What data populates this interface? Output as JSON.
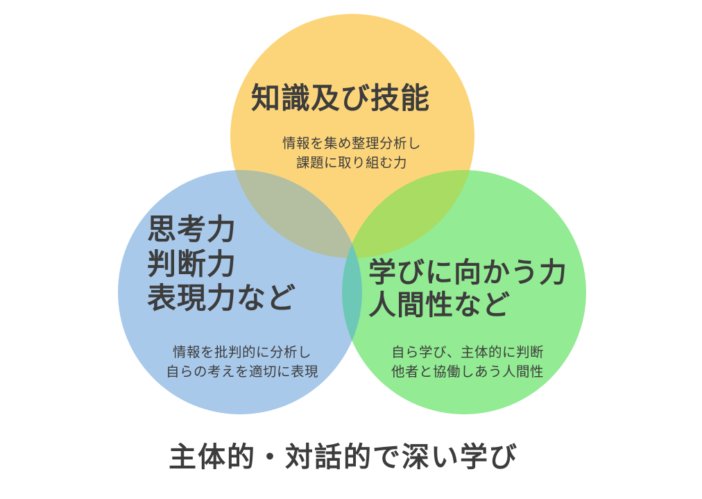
{
  "circles": {
    "knowledge": {
      "color": "#fcd57a",
      "title": [
        "知識及び技能"
      ],
      "desc": [
        "情報を集め整理分析し",
        "課題に取り組む力"
      ]
    },
    "thinking": {
      "color": "#a9c9ea",
      "title": [
        "思考力",
        "判断力",
        "表現力など"
      ],
      "desc": [
        "情報を批判的に分析し",
        "自らの考えを適切に表現"
      ]
    },
    "attitude": {
      "color": "#93eb93",
      "title": [
        "学びに向かう力",
        "人間性など"
      ],
      "desc": [
        "自ら学び、主体的に判断",
        "他者と協働しあう人間性"
      ]
    }
  },
  "overlap_colors": {
    "knowledge_thinking": "#b3bfa0",
    "knowledge_attitude": "#a8dc62",
    "thinking_attitude": "#6ec8b8"
  },
  "footer": "主体的・対話的で深い学び"
}
